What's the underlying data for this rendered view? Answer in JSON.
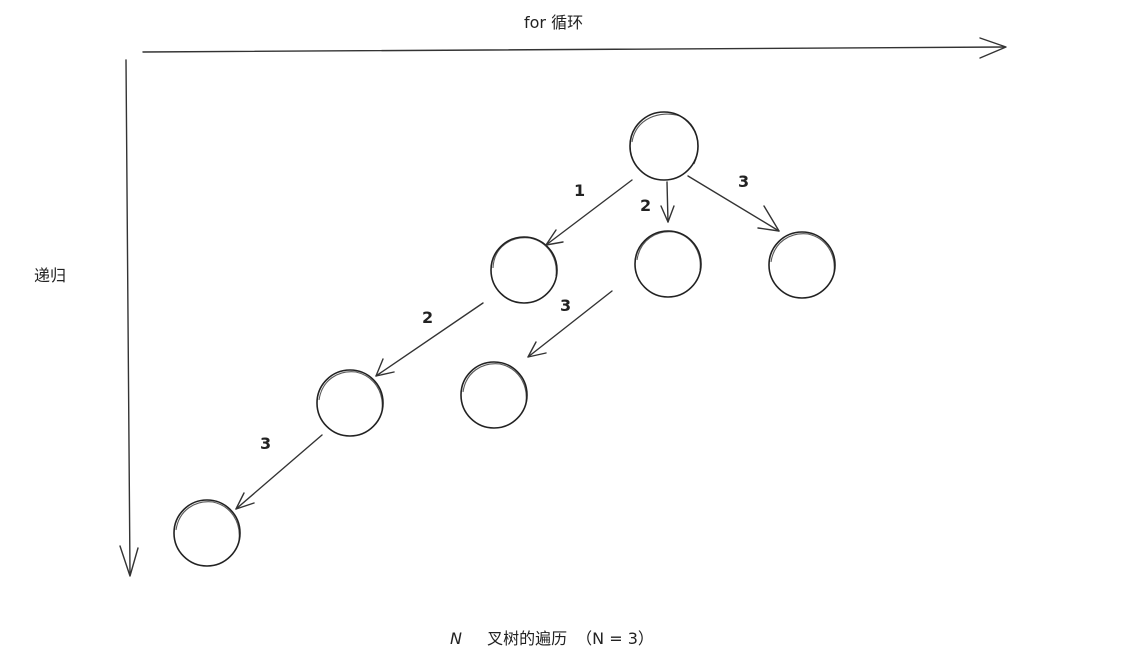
{
  "axes": {
    "horizontal_label": "for 循环",
    "vertical_label": "递归"
  },
  "edge_labels": {
    "root_child1": "1",
    "root_child2": "2",
    "root_child3": "3",
    "child1_grandchild2": "2",
    "child1_grandchild3": "3",
    "grandchild2_great3": "3"
  },
  "caption": {
    "variable": "N",
    "text": "叉树的遍历",
    "formula": "（N = 3）"
  }
}
